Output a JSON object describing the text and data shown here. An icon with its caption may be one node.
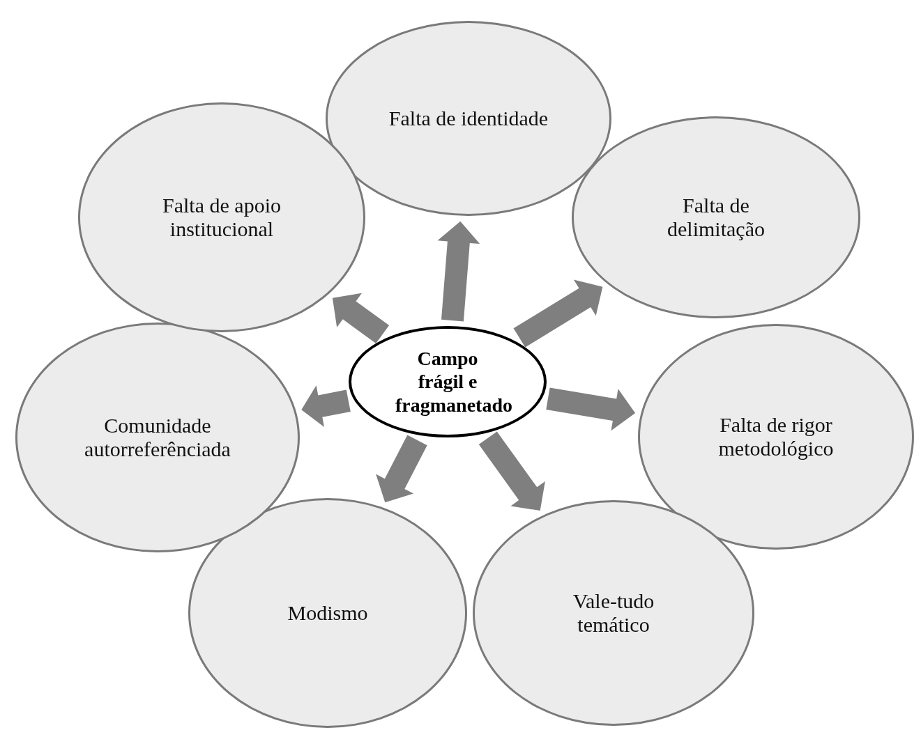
{
  "diagram": {
    "nodes": [
      {
        "text": [
          "Campo frágil e fragmanetado"
        ]
      },
      {
        "text": [
          "Falta de identidade"
        ]
      },
      {
        "text": [
          "Falta de delimitação"
        ]
      },
      {
        "text": [
          "Falta de rigor metodológico"
        ]
      },
      {
        "text": [
          "Vale-tudo temático"
        ]
      },
      {
        "text": [
          "Modismo"
        ]
      },
      {
        "text": [
          "Comunidade autorreferênciada"
        ]
      },
      {
        "text": [
          "Falta de apoio institucional"
        ]
      }
    ],
    "edges": [
      {
        "from": 0,
        "to": 1,
        "arrow": "to",
        "style": "thick"
      },
      {
        "from": 0,
        "to": 2,
        "arrow": "to",
        "style": "thick"
      },
      {
        "from": 0,
        "to": 3,
        "arrow": "to",
        "style": "thick"
      },
      {
        "from": 0,
        "to": 4,
        "arrow": "to",
        "style": "thick"
      },
      {
        "from": 0,
        "to": 5,
        "arrow": "to",
        "style": "thick"
      },
      {
        "from": 0,
        "to": 6,
        "arrow": "to",
        "style": "thick"
      },
      {
        "from": 0,
        "to": 7,
        "arrow": "to",
        "style": "thick"
      }
    ]
  }
}
